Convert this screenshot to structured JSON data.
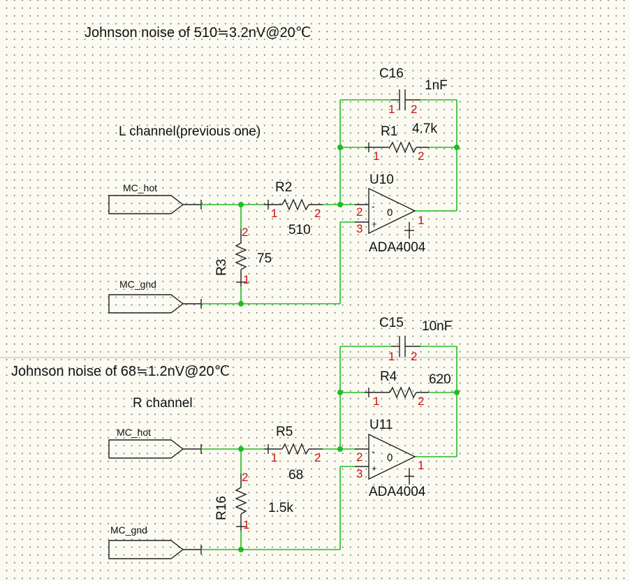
{
  "colors": {
    "wire": "#22bb22",
    "pin_number": "#d01010",
    "part": "#222222",
    "background": "#fbfbf1"
  },
  "notes": {
    "left": "Johnson noise of 510≒3.2nV@20℃",
    "right": "Johnson noise of 68≒1.2nV@20℃"
  },
  "channels": {
    "left": {
      "title": "L channel(previous one)",
      "port_hot": "MC_hot",
      "port_gnd": "MC_gnd",
      "cap": {
        "ref": "C16",
        "value": "1nF",
        "pin1": "1",
        "pin2": "2"
      },
      "feedback_res": {
        "ref": "R1",
        "value": "4.7k",
        "pin1": "1",
        "pin2": "2"
      },
      "input_res": {
        "ref": "R2",
        "value": "510",
        "pin1": "1",
        "pin2": "2"
      },
      "shunt_res": {
        "ref": "R3",
        "value": "75",
        "pin1": "1",
        "pin2": "2"
      },
      "opamp": {
        "ref": "U10",
        "part": "ADA4004",
        "pin_inv": "2",
        "pin_noninv": "3",
        "pin_out": "1",
        "ref_mark": "0",
        "minus": "-",
        "plus": "+"
      }
    },
    "right": {
      "title": "R channel",
      "port_hot": "MC_hot",
      "port_gnd": "MC_gnd",
      "cap": {
        "ref": "C15",
        "value": "10nF",
        "pin1": "1",
        "pin2": "2"
      },
      "feedback_res": {
        "ref": "R4",
        "value": "620",
        "pin1": "1",
        "pin2": "2"
      },
      "input_res": {
        "ref": "R5",
        "value": "68",
        "pin1": "1",
        "pin2": "2"
      },
      "shunt_res": {
        "ref": "R16",
        "value": "1.5k",
        "pin1": "1",
        "pin2": "2"
      },
      "opamp": {
        "ref": "U11",
        "part": "ADA4004",
        "pin_inv": "2",
        "pin_noninv": "3",
        "pin_out": "1",
        "ref_mark": "0",
        "minus": "-",
        "plus": "+"
      }
    }
  }
}
